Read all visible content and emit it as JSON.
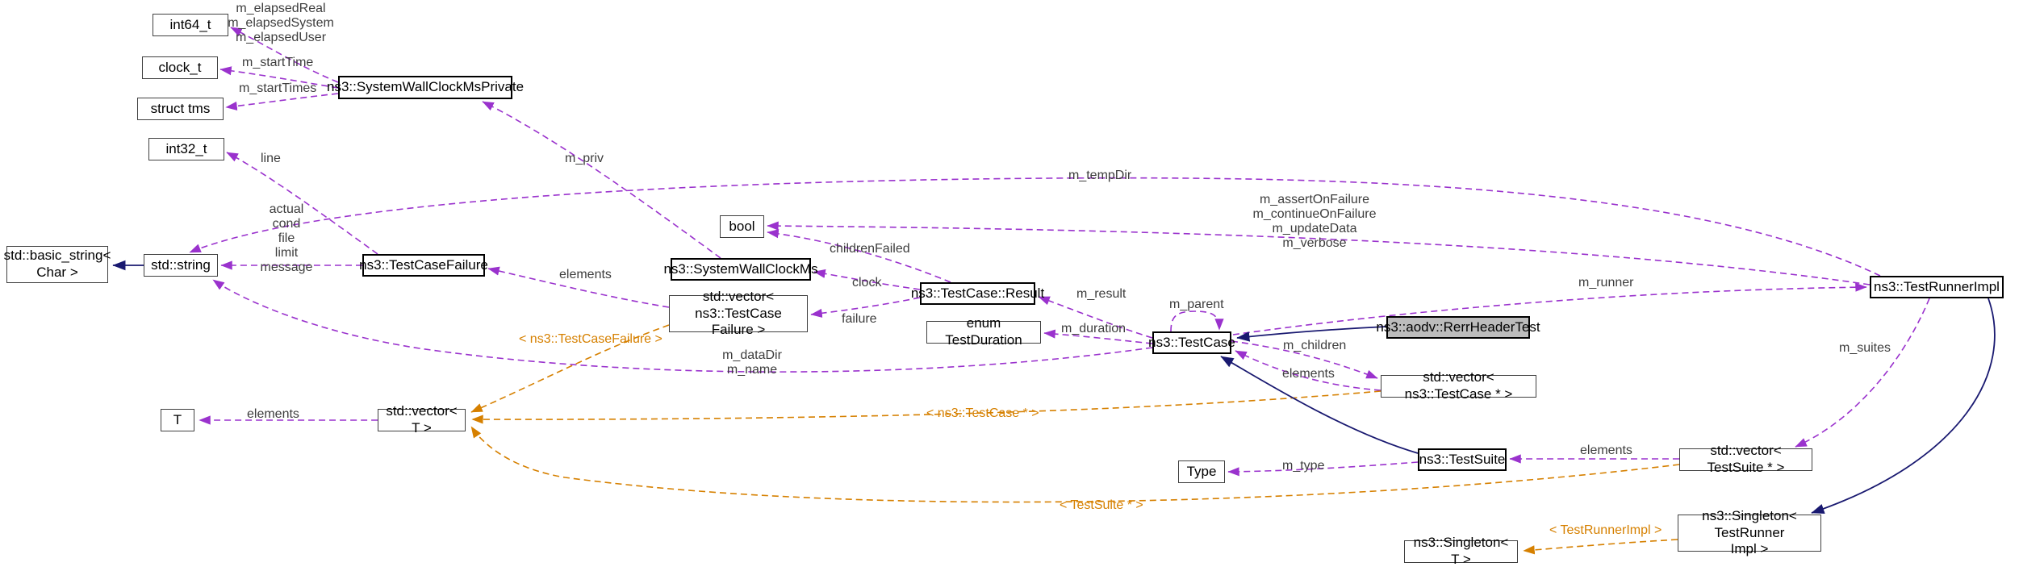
{
  "diagram": {
    "colors": {
      "usage_edge": "#9a32cd",
      "inheritance_edge": "#191970",
      "template_edge": "#d68000",
      "current_node_fill": "#bcbcbc"
    },
    "nodes": {
      "int64_t": "int64_t",
      "clock_t": "clock_t",
      "struct_tms": "struct tms",
      "int32_t": "int32_t",
      "basic_string": "std::basic_string<\nChar >",
      "std_string": "std::string",
      "swcm_private": "ns3::SystemWallClockMsPrivate",
      "test_case_failure": "ns3::TestCaseFailure",
      "swcm": "ns3::SystemWallClockMs",
      "vector_tcf": "std::vector< ns3::TestCase\nFailure >",
      "bool_type": "bool",
      "result": "ns3::TestCase::Result",
      "duration": "enum TestDuration",
      "test_case": "ns3::TestCase",
      "rerr": "ns3::aodv::RerrHeaderTest",
      "vector_tc_ptr": "std::vector< ns3::TestCase * >",
      "t_param": "T",
      "vector_t": "std::vector< T >",
      "test_suite": "ns3::TestSuite",
      "type": "Type",
      "vector_ts_ptr": "std::vector< TestSuite * >",
      "runner": "ns3::TestRunnerImpl",
      "singleton_tri": "ns3::Singleton< TestRunner\nImpl >",
      "singleton_t": "ns3::Singleton< T >"
    },
    "edge_labels": {
      "elapsed": "m_elapsedReal\nm_elapsedSystem\nm_elapsedUser",
      "start_time": "m_startTime",
      "start_times": "m_startTimes",
      "line": "line",
      "m_priv": "m_priv",
      "m_temp_dir": "m_tempDir",
      "string_members": "actual\ncond\nfile\nlimit\nmessage",
      "runner_flags": "m_assertOnFailure\nm_continueOnFailure\nm_updateData\nm_verbose",
      "children_failed": "childrenFailed",
      "clock": "clock",
      "elements_failure": "elements",
      "failure": "failure",
      "m_result": "m_result",
      "m_parent": "m_parent",
      "m_runner": "m_runner",
      "m_duration": "m_duration",
      "m_children": "m_children",
      "elements_children": "elements",
      "template_tcf": "< ns3::TestCaseFailure >",
      "data_dir_name": "m_dataDir\nm_name",
      "elements_t": "elements",
      "template_tc_ptr": "< ns3::TestCase * >",
      "m_suites": "m_suites",
      "m_type": "m_type",
      "elements_suites": "elements",
      "template_ts_ptr": "< TestSuite * >",
      "template_tri": "< TestRunnerImpl >"
    }
  }
}
